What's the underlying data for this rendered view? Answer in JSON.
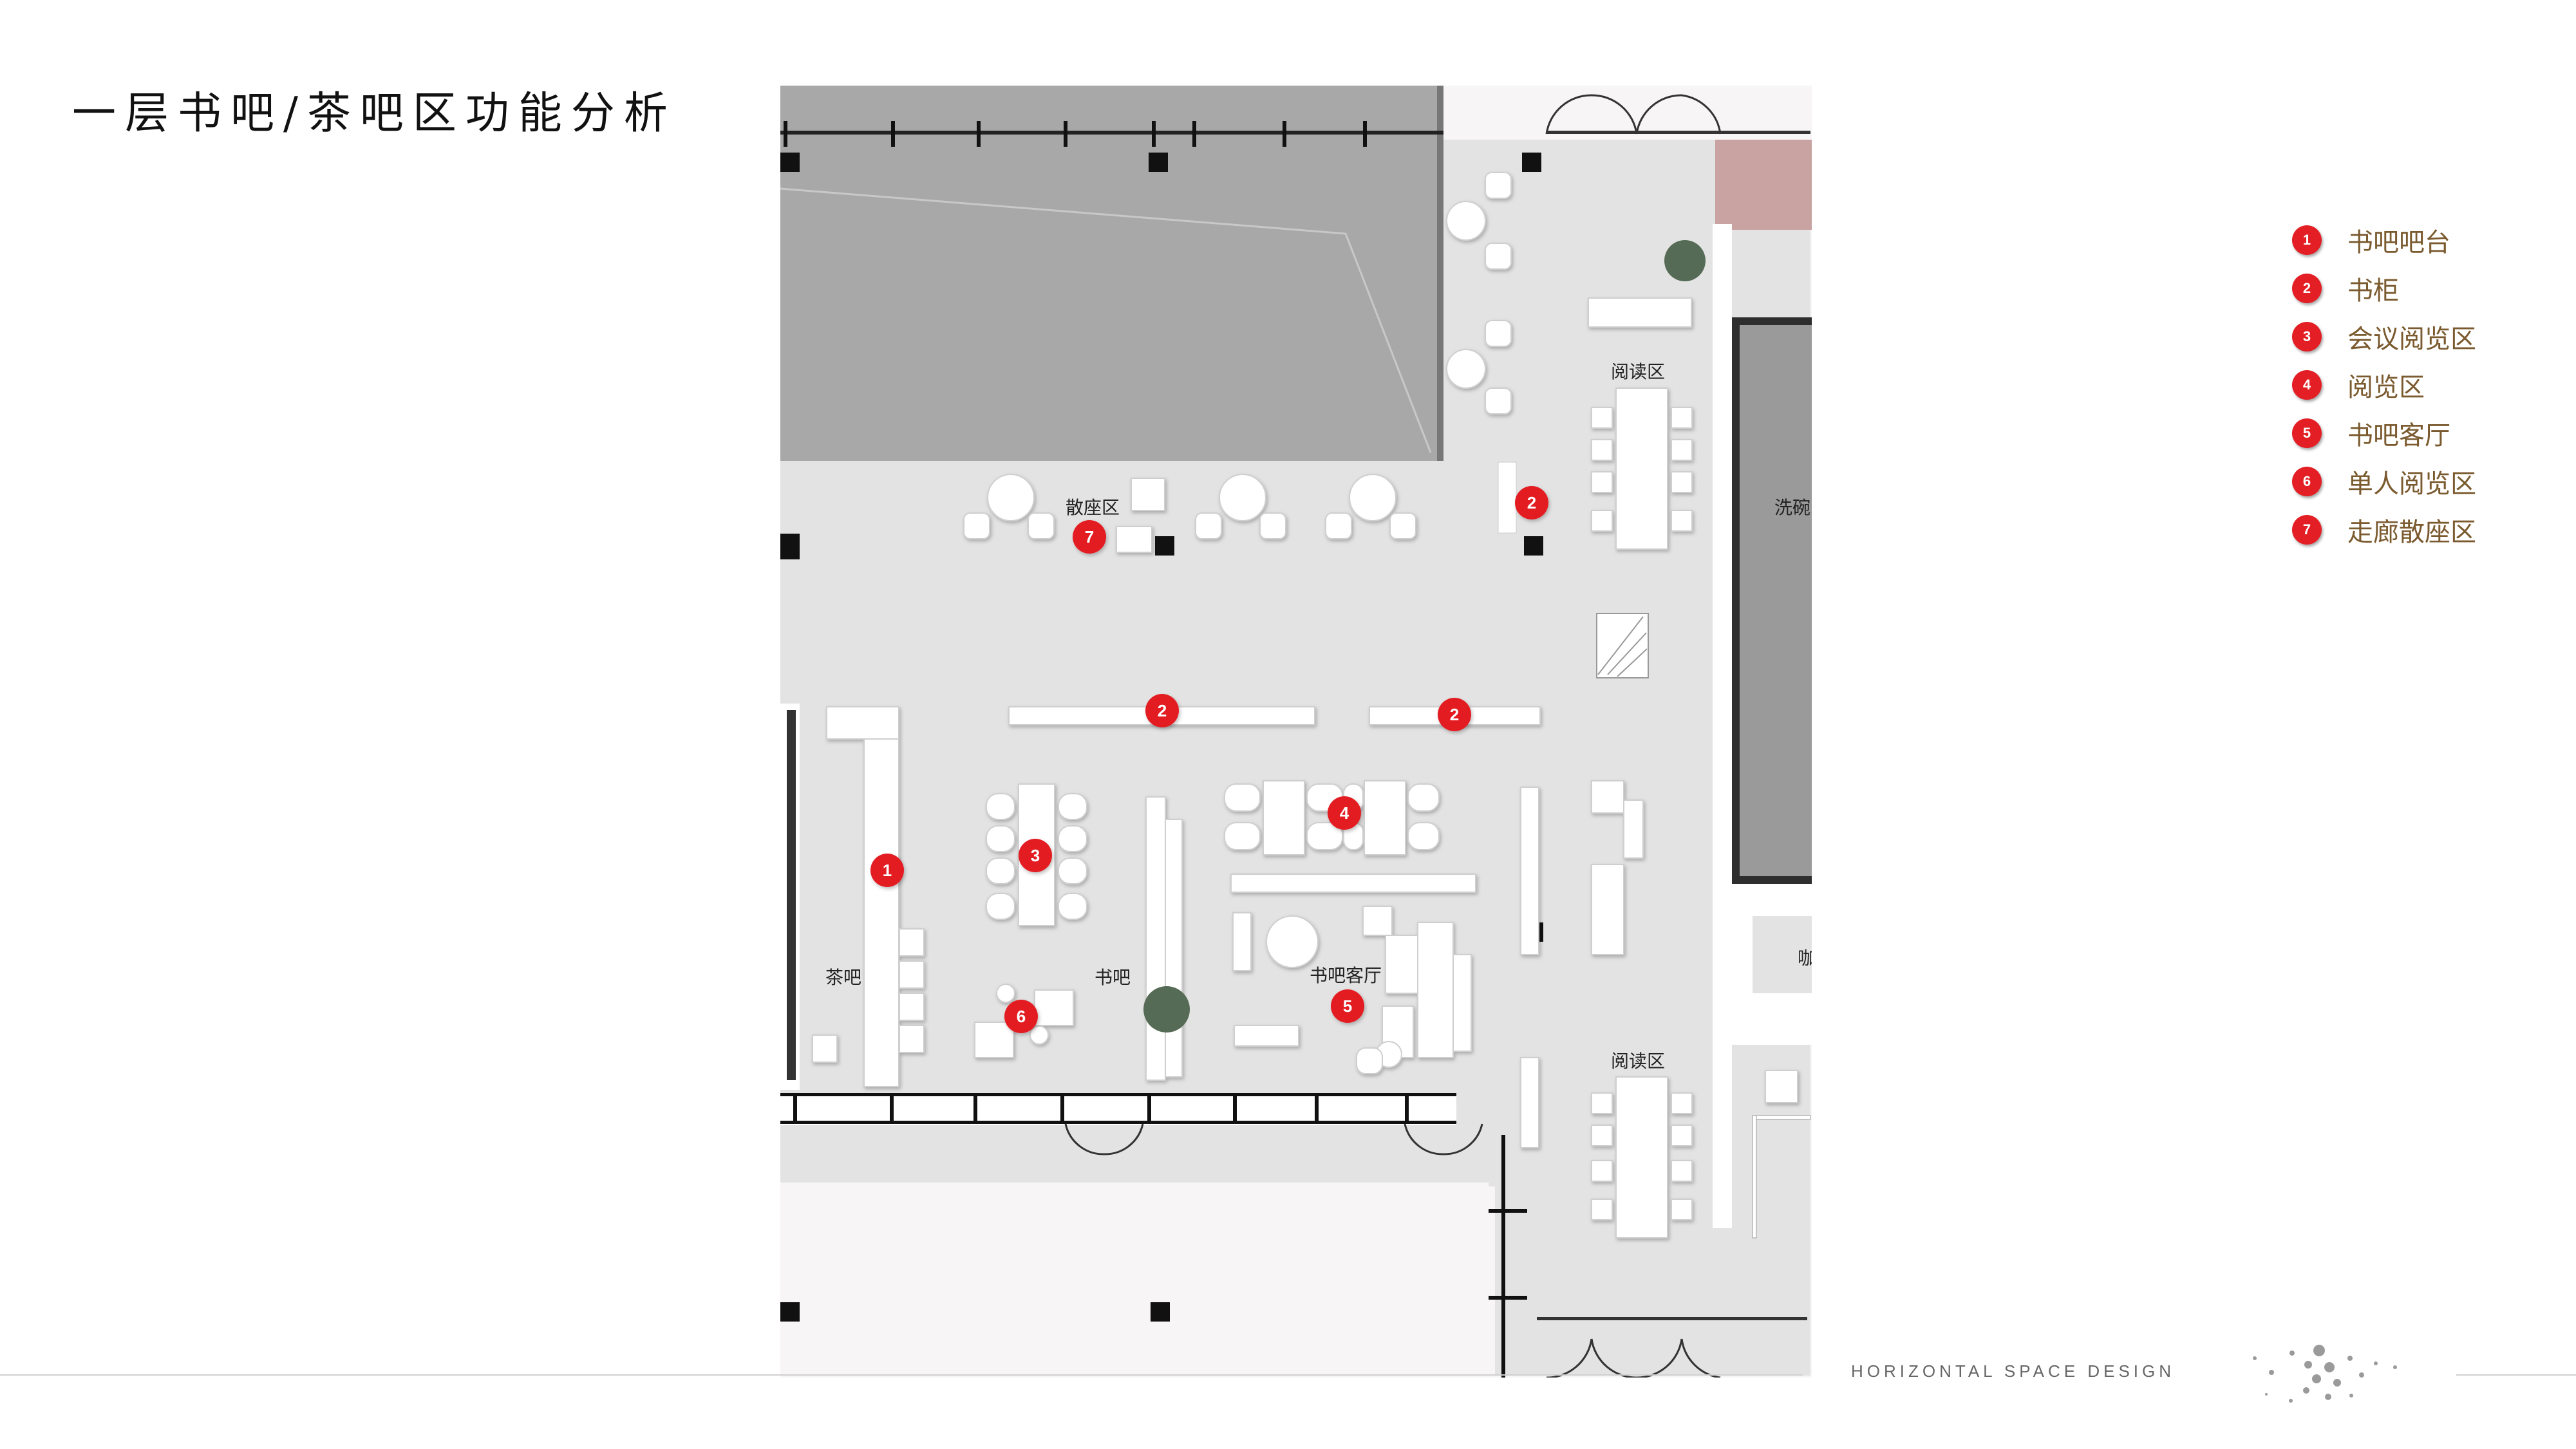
{
  "page": {
    "title": "一层书吧/茶吧区功能分析"
  },
  "plan": {
    "labels": {
      "scattered_seating": "散座区",
      "reading_top": "阅读区",
      "reading_bottom": "阅读区",
      "dishwashing": "洗碗",
      "cafe_partial": "咖",
      "tea_bar": "茶吧",
      "book_bar": "书吧",
      "bookbar_lounge": "书吧客厅"
    },
    "markers": [
      "7",
      "2",
      "2",
      "2",
      "1",
      "3",
      "4",
      "5",
      "6"
    ]
  },
  "legend": {
    "items": [
      {
        "number": "1",
        "label": "书吧吧台"
      },
      {
        "number": "2",
        "label": "书柜"
      },
      {
        "number": "3",
        "label": "会议阅览区"
      },
      {
        "number": "4",
        "label": "阅览区"
      },
      {
        "number": "5",
        "label": "书吧客厅"
      },
      {
        "number": "6",
        "label": "单人阅览区"
      },
      {
        "number": "7",
        "label": "走廊散座区"
      }
    ]
  },
  "footer": {
    "brand": "HORIZONTAL SPACE DESIGN"
  },
  "colors": {
    "marker": "#e31e24",
    "legend_text": "#7a5a2e",
    "floor": "#e3e3e3",
    "roof": "#a9a8a8",
    "pink_room": "#c9a3a2"
  }
}
